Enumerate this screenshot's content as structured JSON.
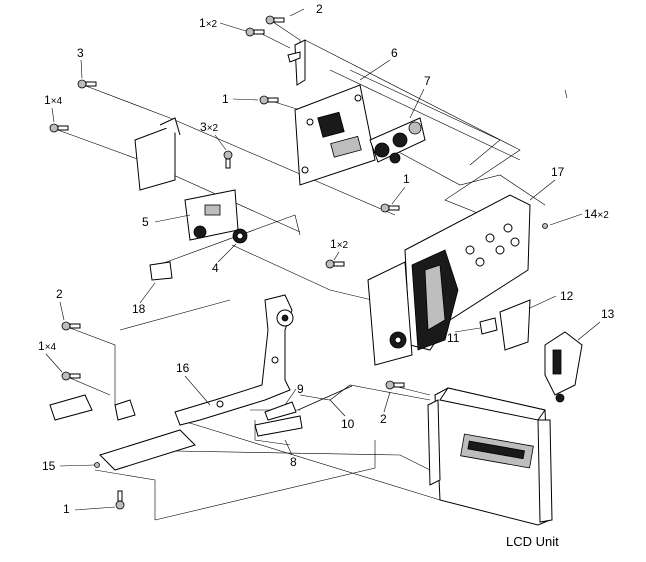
{
  "diagram": {
    "footer_label": "LCD Unit",
    "callouts": {
      "c1a": {
        "number": "1",
        "qty": "×2"
      },
      "c2a": {
        "number": "2",
        "qty": ""
      },
      "c3": {
        "number": "3",
        "qty": ""
      },
      "c1b": {
        "number": "1",
        "qty": "×4"
      },
      "c1c": {
        "number": "1",
        "qty": ""
      },
      "c6": {
        "number": "6",
        "qty": ""
      },
      "c7": {
        "number": "7",
        "qty": ""
      },
      "c3b": {
        "number": "3",
        "qty": "×2"
      },
      "c1d": {
        "number": "1",
        "qty": ""
      },
      "c17": {
        "number": "17",
        "qty": ""
      },
      "c14": {
        "number": "14",
        "qty": "×2"
      },
      "c5": {
        "number": "5",
        "qty": ""
      },
      "c4": {
        "number": "4",
        "qty": ""
      },
      "c1e": {
        "number": "1",
        "qty": "×2"
      },
      "c18": {
        "number": "18",
        "qty": ""
      },
      "c12": {
        "number": "12",
        "qty": ""
      },
      "c2b": {
        "number": "2",
        "qty": ""
      },
      "c13": {
        "number": "13",
        "qty": ""
      },
      "c11": {
        "number": "11",
        "qty": ""
      },
      "c1f": {
        "number": "1",
        "qty": "×4"
      },
      "c16": {
        "number": "16",
        "qty": ""
      },
      "c9": {
        "number": "9",
        "qty": ""
      },
      "c2c": {
        "number": "2",
        "qty": ""
      },
      "c10": {
        "number": "10",
        "qty": ""
      },
      "c8": {
        "number": "8",
        "qty": ""
      },
      "c15": {
        "number": "15",
        "qty": ""
      },
      "c1g": {
        "number": "1",
        "qty": ""
      }
    }
  }
}
